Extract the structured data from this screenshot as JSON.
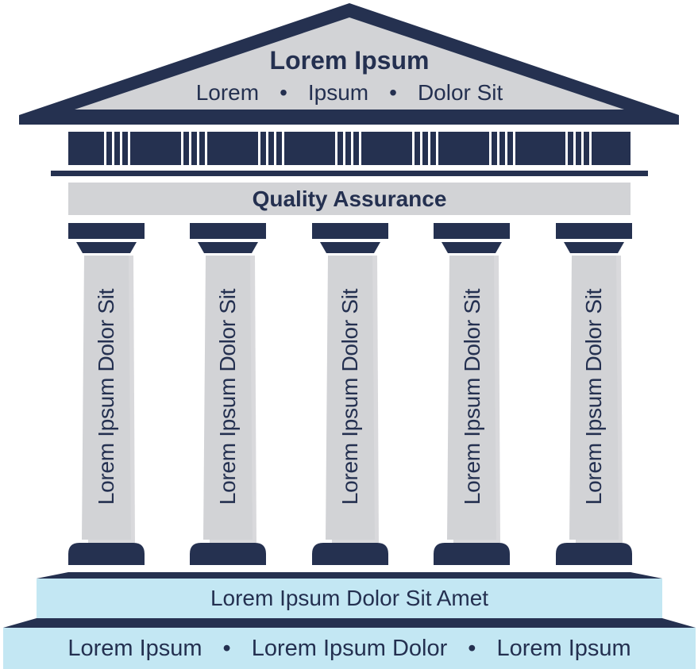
{
  "colors": {
    "navy": "#253150",
    "grey": "#d2d3d6",
    "light_blue": "#c3e7f3",
    "text": "#243050"
  },
  "roof": {
    "title": "Lorem Ipsum",
    "items": [
      "Lorem",
      "Ipsum",
      "Dolor Sit"
    ],
    "separator": "•"
  },
  "banner": {
    "label": "Quality Assurance"
  },
  "pillars": [
    {
      "label": "Lorem Ipsum Dolor Sit"
    },
    {
      "label": "Lorem Ipsum Dolor Sit"
    },
    {
      "label": "Lorem Ipsum Dolor Sit"
    },
    {
      "label": "Lorem Ipsum Dolor Sit"
    },
    {
      "label": "Lorem Ipsum Dolor Sit"
    }
  ],
  "base_upper": {
    "label": "Lorem Ipsum Dolor Sit Amet"
  },
  "base_lower": {
    "items": [
      "Lorem Ipsum",
      "Lorem Ipsum Dolor",
      "Lorem Ipsum"
    ],
    "separator": "•"
  }
}
